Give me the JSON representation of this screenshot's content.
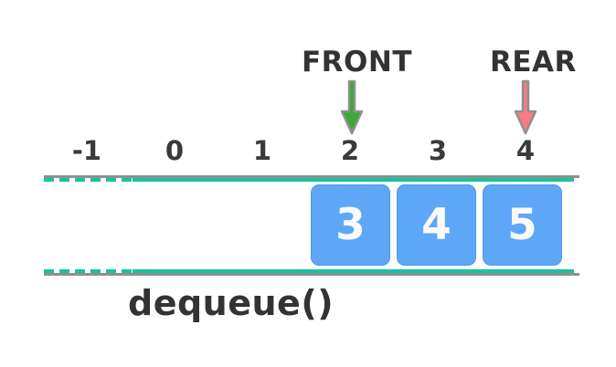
{
  "pointers": {
    "front": {
      "label": "FRONT",
      "arrow_color": "#3aaa35",
      "points_to_index": "2"
    },
    "rear": {
      "label": "REAR",
      "arrow_color": "#f97c83",
      "points_to_index": "4"
    }
  },
  "index_row": {
    "values": [
      "-1",
      "0",
      "1",
      "2",
      "3",
      "4"
    ]
  },
  "queue": {
    "cells": [
      {
        "value": "3",
        "at_index": "2"
      },
      {
        "value": "4",
        "at_index": "3"
      },
      {
        "value": "5",
        "at_index": "4"
      }
    ],
    "cell_color": "#5ea7f7",
    "value_color": "#fafafa"
  },
  "caption": {
    "text": "dequeue()"
  },
  "colors": {
    "text_dark": "#333333",
    "rail_gray": "#8f8f8f",
    "rail_teal": "#17c3a2",
    "front_arrow_green": "#3aaa35",
    "rear_arrow_pink": "#f97c83",
    "background": "#ffffff"
  }
}
